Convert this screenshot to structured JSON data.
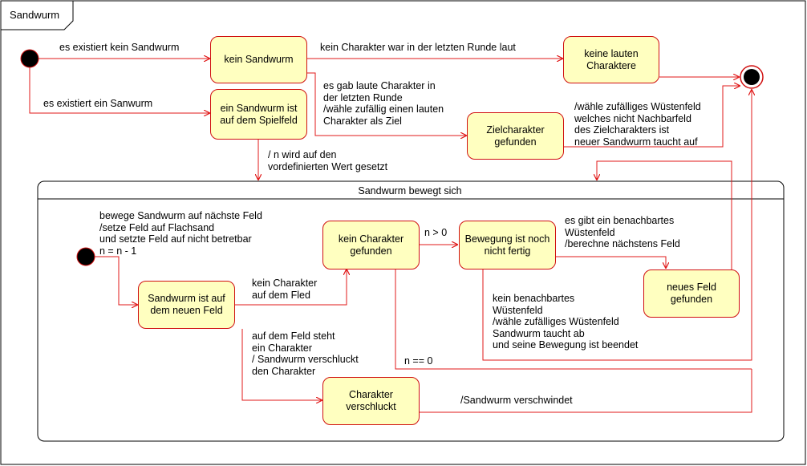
{
  "frame": {
    "title": "Sandwurm"
  },
  "composite": {
    "title": "Sandwurm bewegt sich"
  },
  "states": {
    "kein_sandwurm": "kein Sandwurm",
    "keine_lauten": "keine lauten\nCharaktere",
    "sandwurm_spielfeld": "ein Sandwurm ist\nauf dem Spielfeld",
    "zielcharakter": "Zielcharakter\ngefunden",
    "sandwurm_neues_feld": "Sandwurm ist auf\ndem neuen Feld",
    "kein_charakter": "kein Charakter\ngefunden",
    "bewegung": "Bewegung ist noch\nnicht fertig",
    "neues_feld": "neues Feld\ngefunden",
    "verschluckt": "Charakter\nverschluckt"
  },
  "transitions": {
    "t1": "es existiert kein Sandwurm",
    "t2": "es existiert ein Sanwurm",
    "t3": "kein Charakter war in der letzten Runde laut",
    "t4": "es gab laute Charakter in\nder letzten Runde\n/wähle zufällig einen lauten\nCharakter als Ziel",
    "t5": "/wähle zufälliges Wüstenfeld\nwelches nicht Nachbarfeld\ndes Zielcharakters ist\nneuer Sandwurm taucht auf",
    "t6": "/ n wird auf den\nvordefinierten Wert gesetzt",
    "t7": "bewege Sandwurm auf nächste Feld\n/setze Feld auf Flachsand\nund setzte Feld auf nicht betretbar\nn = n - 1",
    "t8": "kein Charakter\nauf dem Fled",
    "t9": "n > 0",
    "t10": "es gibt ein benachbartes\nWüstenfeld\n/berechne nächstens Feld",
    "t11": "kein benachbartes\nWüstenfeld\n/wähle zufälliges Wüstenfeld\nSandwurm taucht ab\nund seine Bewegung ist beendet",
    "t12": "n == 0",
    "t13": "auf dem Feld steht\nein Charakter\n/ Sandwurm verschluckt\nden Charakter",
    "t14": "/Sandwurm verschwindet"
  },
  "colors": {
    "line": "#e01818",
    "state_fill": "#ffffc0",
    "frame": "#000000"
  }
}
